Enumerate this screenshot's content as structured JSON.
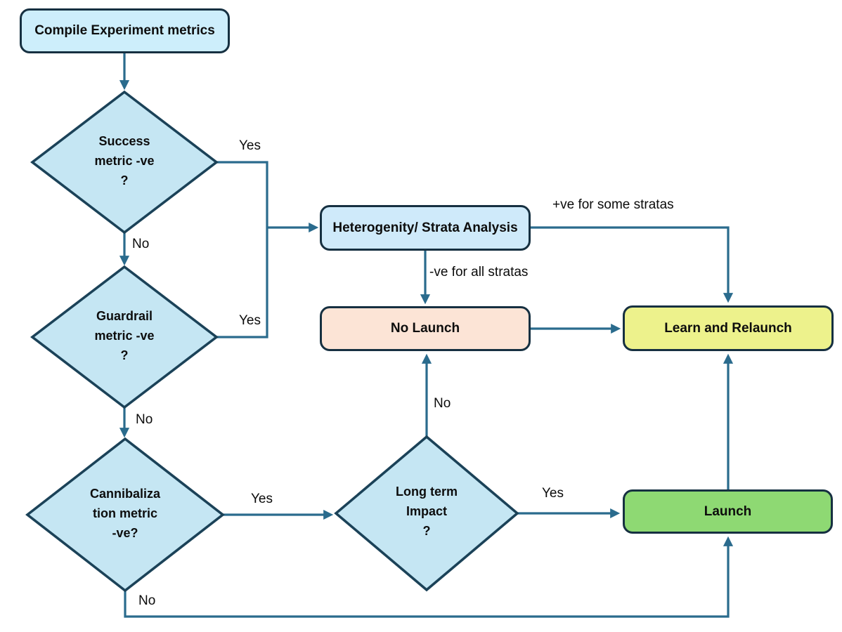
{
  "diagram": {
    "type": "flowchart",
    "nodes": {
      "compile": {
        "label": "Compile Experiment metrics",
        "shape": "rounded-rect",
        "fill": "#cdeefb"
      },
      "success": {
        "label": "Success\nmetric -ve\n?",
        "shape": "diamond",
        "fill": "#c5e6f3"
      },
      "guardrail": {
        "label": "Guardrail\nmetric -ve\n?",
        "shape": "diamond",
        "fill": "#c5e6f3"
      },
      "cannibalization": {
        "label": "Cannibaliza\ntion metric\n-ve?",
        "shape": "diamond",
        "fill": "#c5e6f3"
      },
      "heterogeneity": {
        "label": "Heterogenity/ Strata Analysis",
        "shape": "rounded-rect",
        "fill": "#cfeafa"
      },
      "no_launch": {
        "label": "No Launch",
        "shape": "rounded-rect",
        "fill": "#fce4d6"
      },
      "learn_relaunch": {
        "label": "Learn and Relaunch",
        "shape": "rounded-rect",
        "fill": "#edf28c"
      },
      "longterm": {
        "label": "Long term\nImpact\n?",
        "shape": "diamond",
        "fill": "#c5e6f3"
      },
      "launch": {
        "label": "Launch",
        "shape": "rounded-rect",
        "fill": "#8ed973"
      }
    },
    "edge_labels": {
      "success_yes": "Yes",
      "success_no": "No",
      "guardrail_yes": "Yes",
      "guardrail_no": "No",
      "cannibalization_yes": "Yes",
      "cannibalization_no": "No",
      "longterm_yes": "Yes",
      "longterm_no": "No",
      "het_positive": "+ve for some stratas",
      "het_negative": "-ve for all stratas"
    },
    "edges": [
      {
        "from": "compile",
        "to": "success",
        "label": ""
      },
      {
        "from": "success",
        "to": "guardrail",
        "label": "No"
      },
      {
        "from": "success",
        "to": "heterogeneity",
        "label": "Yes"
      },
      {
        "from": "guardrail",
        "to": "heterogeneity",
        "label": "Yes"
      },
      {
        "from": "guardrail",
        "to": "cannibalization",
        "label": "No"
      },
      {
        "from": "heterogeneity",
        "to": "no_launch",
        "label": "-ve for all stratas"
      },
      {
        "from": "heterogeneity",
        "to": "learn_relaunch",
        "label": "+ve for some stratas"
      },
      {
        "from": "no_launch",
        "to": "learn_relaunch",
        "label": ""
      },
      {
        "from": "cannibalization",
        "to": "longterm",
        "label": "Yes"
      },
      {
        "from": "cannibalization",
        "to": "launch",
        "label": "No"
      },
      {
        "from": "longterm",
        "to": "no_launch",
        "label": "No"
      },
      {
        "from": "longterm",
        "to": "launch",
        "label": "Yes"
      },
      {
        "from": "launch",
        "to": "learn_relaunch",
        "label": ""
      }
    ],
    "colors": {
      "edge": "#2a6b8d",
      "diamond_fill": "#c5e6f3",
      "diamond_border": "#1b4258",
      "box_border": "#163041",
      "process_fill": "#cfeafa",
      "no_launch_fill": "#fce4d6",
      "learn_relaunch_fill": "#edf28c",
      "launch_fill": "#8ed973"
    }
  }
}
